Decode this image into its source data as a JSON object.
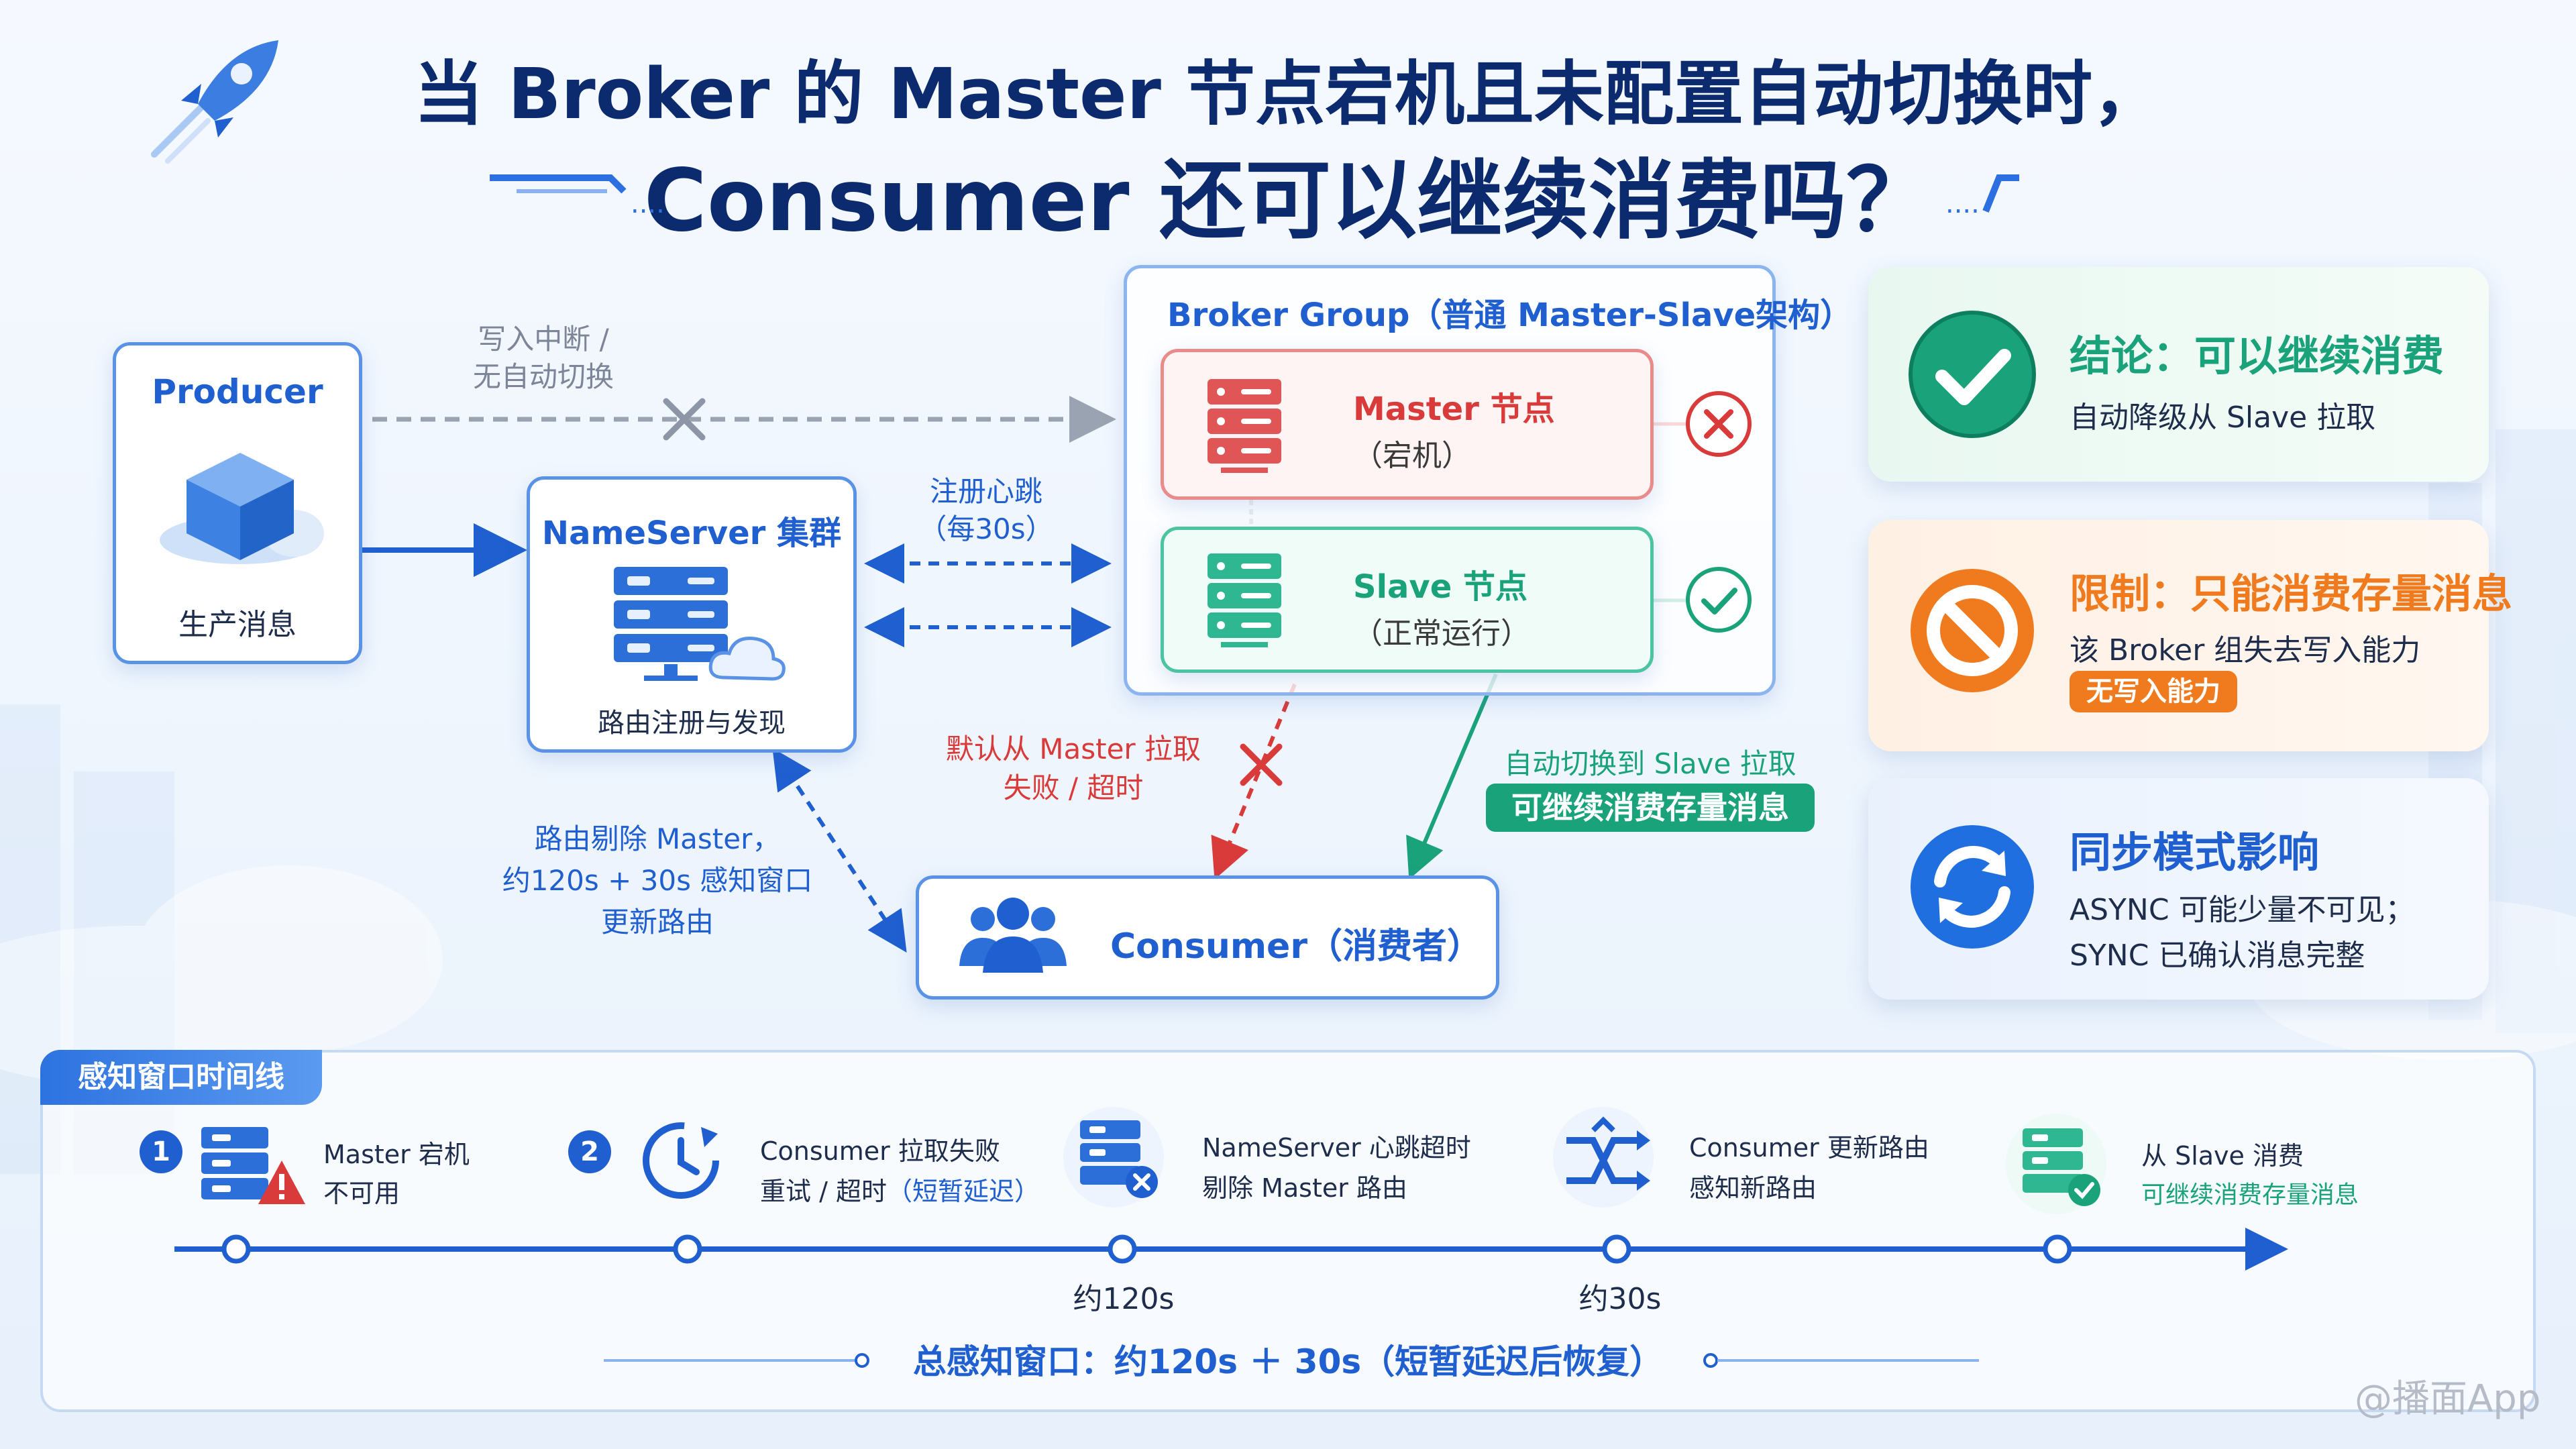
{
  "title": {
    "line1": "当 Broker 的 Master 节点宕机且未配置自动切换时，",
    "line2": "Consumer 还可以继续消费吗？"
  },
  "producer": {
    "title": "Producer",
    "caption": "生产消息"
  },
  "write_interrupt": {
    "line1": "写入中断 /",
    "line2": "无自动切换"
  },
  "nameserver": {
    "title": "NameServer 集群",
    "caption": "路由注册与发现"
  },
  "heartbeat": {
    "line1": "注册心跳",
    "line2": "（每30s）"
  },
  "broker_group": {
    "title": "Broker Group（普通 Master-Slave架构）",
    "master": {
      "name": "Master 节点",
      "state": "（宕机）"
    },
    "slave": {
      "name": "Slave 节点",
      "state": "（正常运行）"
    }
  },
  "default_pull": {
    "line1": "默认从 Master 拉取",
    "line2": "失败 / 超时"
  },
  "auto_switch": {
    "line1": "自动切换到 Slave 拉取",
    "badge": "可继续消费存量消息"
  },
  "route_remove": {
    "line1": "路由剔除 Master，",
    "line2": "约120s + 30s 感知窗口",
    "line3": "更新路由"
  },
  "consumer": {
    "title": "Consumer（消费者）"
  },
  "cards": [
    {
      "title": "结论：可以继续消费",
      "line1": "自动降级从 Slave 拉取"
    },
    {
      "title": "限制：只能消费存量消息",
      "line1": "该 Broker 组失去写入能力",
      "badge": "无写入能力"
    },
    {
      "title": "同步模式影响",
      "line1": "ASYNC 可能少量不可见；",
      "line2": "SYNC 已确认消息完整"
    }
  ],
  "timeline": {
    "header": "感知窗口时间线",
    "steps": [
      {
        "num": "1",
        "line1": "Master 宕机",
        "line2": "不可用"
      },
      {
        "num": "2",
        "line1": "Consumer 拉取失败",
        "line2": "重试 / 超时",
        "line2b": "（短暂延迟）"
      },
      {
        "line1": "NameServer 心跳超时",
        "line2": "剔除 Master 路由"
      },
      {
        "line1": "Consumer 更新路由",
        "line2": "感知新路由"
      },
      {
        "line1": "从 Slave 消费",
        "line2": "可继续消费存量消息"
      }
    ],
    "ticks": [
      "约120s",
      "约30s"
    ],
    "total": "总感知窗口：约120s ＋ 30s（短暂延迟后恢复）"
  },
  "watermark": "@播面App",
  "colors": {
    "navy": "#0c2a6e",
    "blue": "#1f5fd0",
    "red": "#d93a3a",
    "green": "#1aa37a",
    "orange": "#f07a1e",
    "gray": "#8c96a6"
  },
  "icons": [
    "rocket-icon",
    "cube-icon",
    "server-icon",
    "cloud-icon",
    "x-icon",
    "check-icon",
    "ban-icon",
    "sync-icon",
    "users-icon",
    "clock-icon",
    "route-icon",
    "warning-icon"
  ]
}
